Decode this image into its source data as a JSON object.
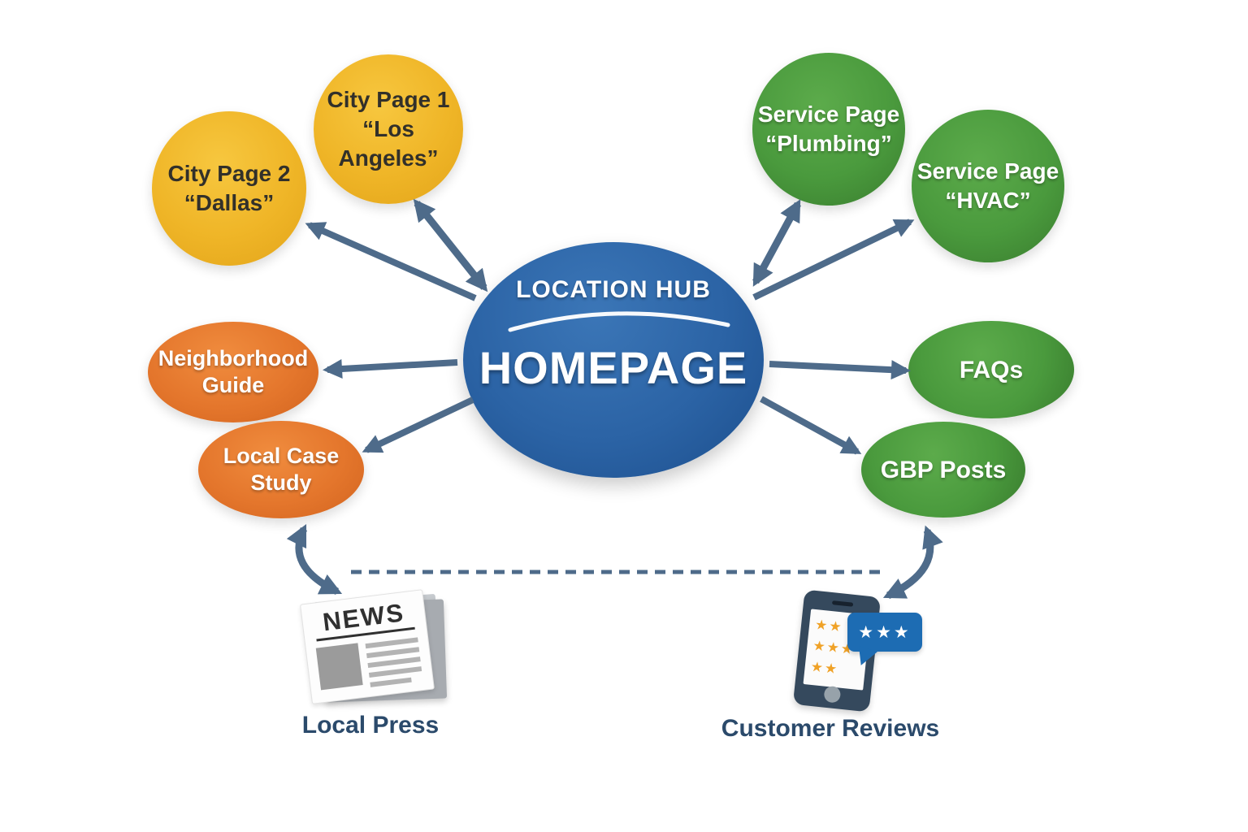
{
  "hub": {
    "eyebrow": "LOCATION HUB",
    "title": "HOMEPAGE"
  },
  "nodes": {
    "city_page_1": {
      "line1": "City Page 1",
      "line2": "“Los Angeles”"
    },
    "city_page_2": {
      "line1": "City Page 2",
      "line2": "“Dallas”"
    },
    "service_plumbing": {
      "line1": "Service Page",
      "line2": "“Plumbing”"
    },
    "service_hvac": {
      "line1": "Service Page",
      "line2": "“HVAC”"
    },
    "neighborhood_guide": {
      "line1": "Neighborhood",
      "line2": "Guide"
    },
    "local_case_study": {
      "line1": "Local Case",
      "line2": "Study"
    },
    "faqs": {
      "label": "FAQs"
    },
    "gbp_posts": {
      "label": "GBP Posts"
    }
  },
  "external": {
    "local_press": {
      "label": "Local Press",
      "icon": "newspaper-icon",
      "news_masthead": "NEWS"
    },
    "customer_reviews": {
      "label": "Customer Reviews",
      "icon": "phone-reviews-icon",
      "phone_star_rows": [
        "★★",
        "★★★",
        "★★"
      ],
      "bubble_stars": "★★★"
    }
  },
  "colors": {
    "hub_blue": "#2b63a5",
    "city_yellow": "#efb527",
    "service_green": "#4a9a3d",
    "local_orange": "#e4762c",
    "arrow_slate": "#4e6b8a",
    "label_navy": "#2b4a6b",
    "star_orange": "#f0a227",
    "bubble_blue": "#1d6cb3"
  }
}
